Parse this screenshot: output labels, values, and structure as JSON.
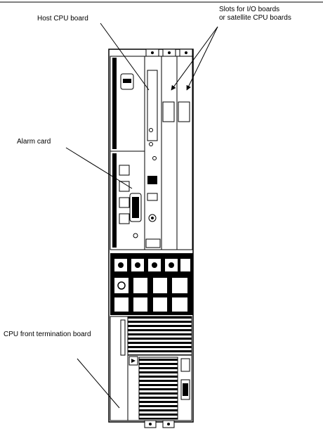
{
  "callouts": {
    "host_cpu_board": "Host CPU board",
    "slots": [
      "Slots for I/O boards",
      "or satellite CPU boards"
    ],
    "alarm_card": "Alarm card",
    "cpu_front_termination_board": "CPU front termination board"
  },
  "colors": {
    "ink": "#000000",
    "paper": "#ffffff",
    "panel_gray": "#d9d9d9"
  }
}
